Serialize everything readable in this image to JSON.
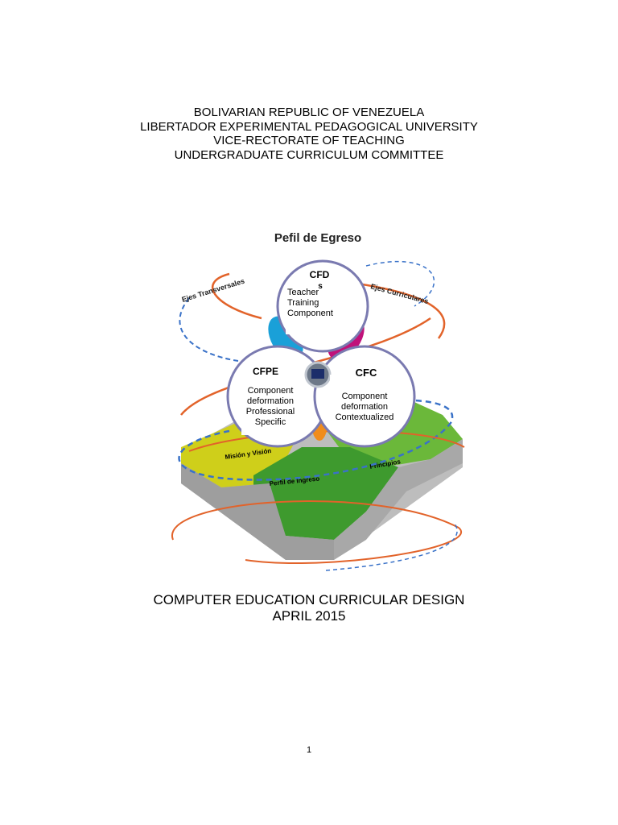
{
  "header": {
    "line1": "BOLIVARIAN REPUBLIC OF VENEZUELA",
    "line2": "LIBERTADOR EXPERIMENTAL PEDAGOGICAL UNIVERSITY",
    "line3": "VICE-RECTORATE OF TEACHING",
    "line4": "UNDERGRADUATE CURRICULUM COMMITTEE"
  },
  "figure": {
    "title": "Pefil de Egreso",
    "left_axis": "Ejes Transversales",
    "right_axis": "Ejes Curriculares",
    "top_circle": {
      "abbr": "CFD",
      "abbr_suffix": "s",
      "line1": "Teacher",
      "line2": "Training",
      "line3": "Component"
    },
    "left_circle": {
      "abbr": "CFPE",
      "line1": "Component",
      "line2": "deformation",
      "line3": "Professional",
      "line4": "Specific"
    },
    "right_circle": {
      "abbr": "CFC",
      "line1": "Component",
      "line2": "deformation",
      "line3": "Contextualized"
    },
    "puzzle": {
      "piece_left": "Misión y Visión",
      "piece_front": "Perfil de Ingreso",
      "piece_right": "Principios"
    },
    "colors": {
      "yellow": "#cfcf1a",
      "green": "#3e9a2e",
      "lightgreen": "#6bb83a",
      "orange": "#e2632a",
      "blue": "#3a72c8",
      "magenta": "#c0127a",
      "cyan": "#1aa0d8"
    }
  },
  "footer_title": {
    "line1": "COMPUTER EDUCATION CURRICULAR DESIGN",
    "line2": "APRIL 2015"
  },
  "page_number": "1"
}
